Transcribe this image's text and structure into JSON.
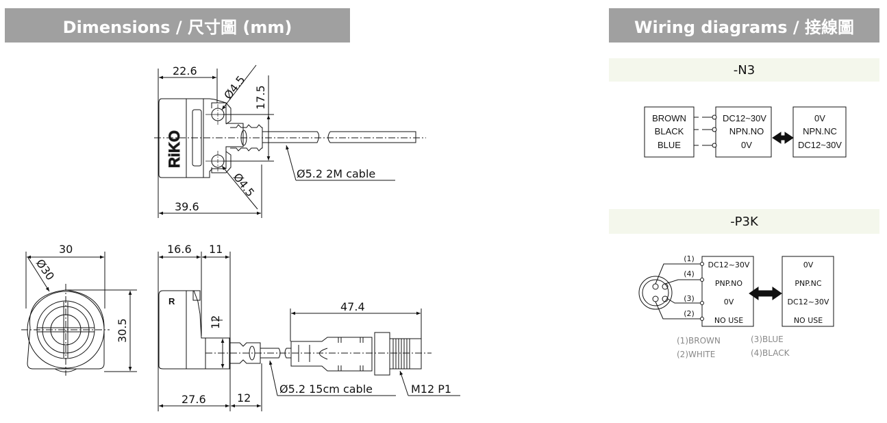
{
  "headers": {
    "dimensions": "Dimensions / 尺寸圖 (mm)",
    "wiring": "Wiring diagrams / 接線圖"
  },
  "dimensions": {
    "top_view": {
      "width_front": "22.6",
      "hole_diameter_top": "Ø4.5",
      "hole_diameter_bottom": "Ø4.5",
      "hole_spacing": "17.5",
      "total_length": "39.6",
      "cable_label": "Ø5.2 2M cable",
      "logo": "RiKO"
    },
    "front_view": {
      "width": "30",
      "diameter": "Ø30",
      "height": "30.5"
    },
    "side_view": {
      "dim_a": "16.6",
      "dim_b": "11",
      "dim_height": "12",
      "dim_base": "27.6",
      "dim_cable_stub": "12",
      "connector_length": "47.4",
      "cable_label": "Ø5.2 15cm cable",
      "connector_label": "M12 P1",
      "logo": "R"
    }
  },
  "wiring": {
    "n3": {
      "title": "-N3",
      "wires": [
        "BROWN",
        "BLACK",
        "BLUE"
      ],
      "terminals": [
        "DC12~30V",
        "NPN.NO",
        "0V"
      ],
      "alt_terminals": [
        "0V",
        "NPN.NC",
        "DC12~30V"
      ]
    },
    "p3k": {
      "title": "-P3K",
      "pins": [
        "(1)",
        "(4)",
        "(3)",
        "(2)"
      ],
      "terminals": [
        "DC12~30V",
        "PNP.NO",
        "0V",
        "NO USE"
      ],
      "alt_terminals": [
        "0V",
        "PNP.NC",
        "DC12~30V",
        "NO USE"
      ],
      "legend": [
        "(1)BROWN",
        "(2)WHITE",
        "(3)BLUE",
        "(4)BLACK"
      ]
    }
  }
}
